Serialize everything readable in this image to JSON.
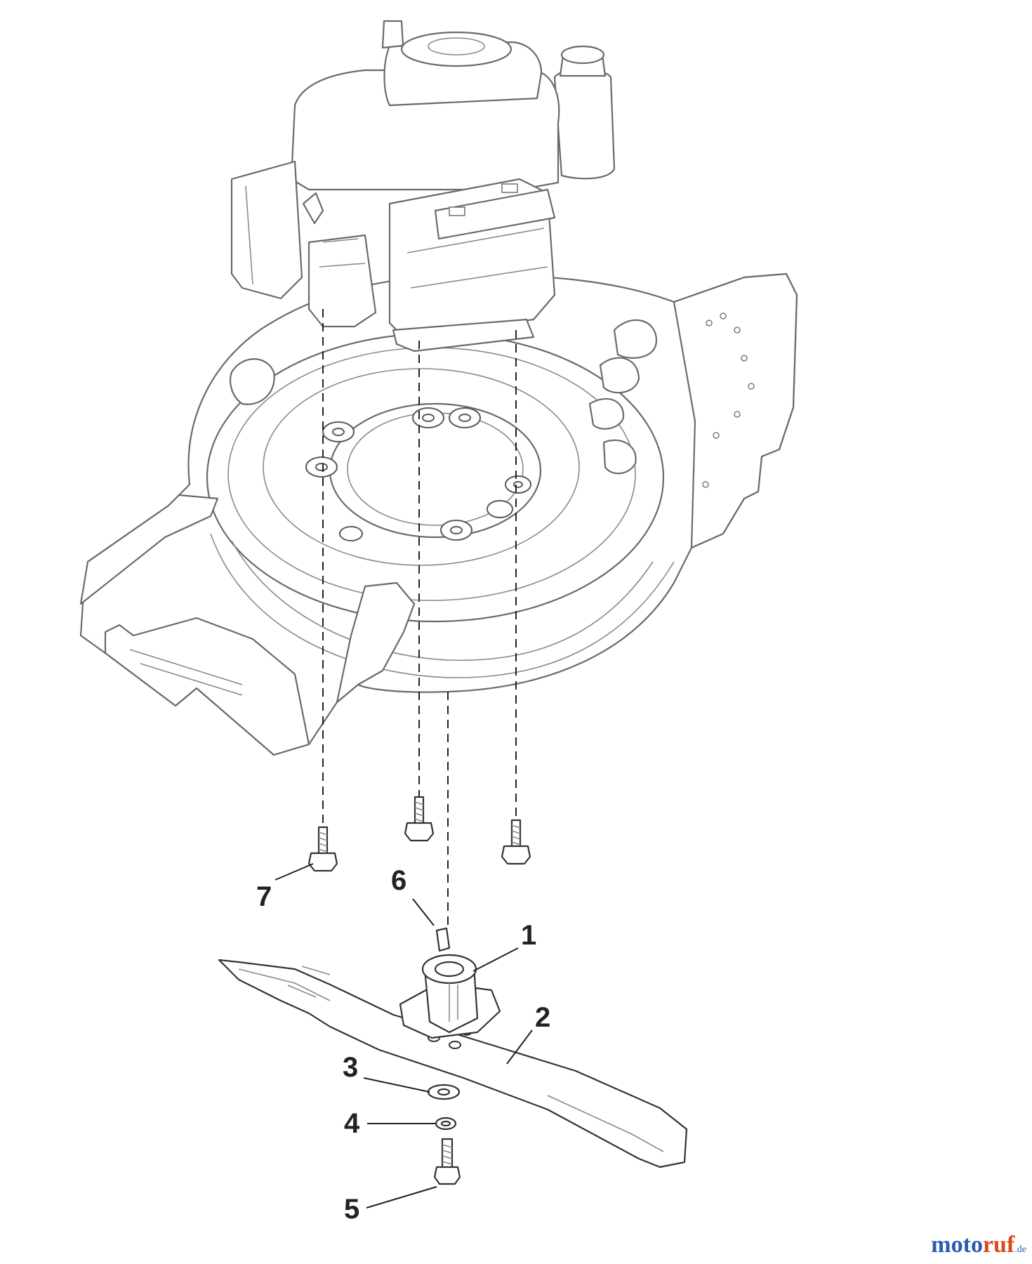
{
  "diagram": {
    "callouts": [
      {
        "id": "1",
        "label": "1",
        "part": "blade-adapter"
      },
      {
        "id": "2",
        "label": "2",
        "part": "blade"
      },
      {
        "id": "3",
        "label": "3",
        "part": "washer"
      },
      {
        "id": "4",
        "label": "4",
        "part": "lock-washer"
      },
      {
        "id": "5",
        "label": "5",
        "part": "blade-bolt"
      },
      {
        "id": "6",
        "label": "6",
        "part": "key"
      },
      {
        "id": "7",
        "label": "7",
        "part": "engine-bolt"
      }
    ]
  },
  "watermark": {
    "part1": "moto",
    "part2": "ruf",
    "suffix": ".de",
    "color1": "#2a5db0",
    "color2": "#d94a1c"
  }
}
